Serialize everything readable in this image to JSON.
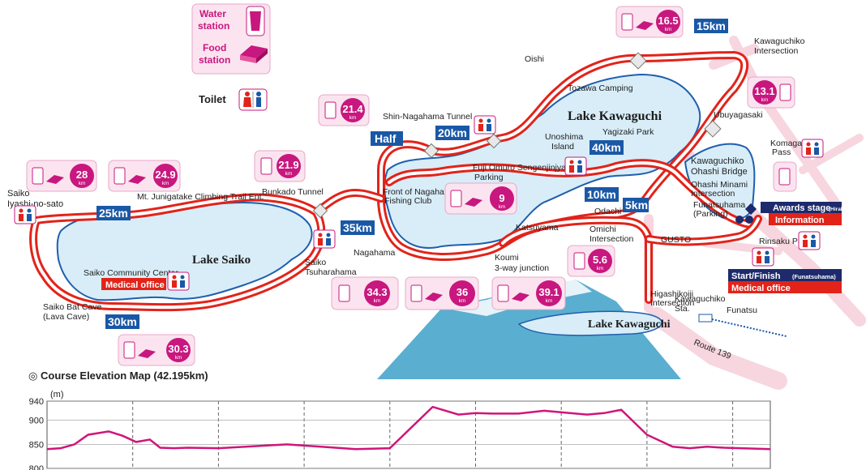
{
  "legend": {
    "water_station": [
      "Water",
      "station"
    ],
    "food_station": [
      "Food",
      "station"
    ],
    "toilet": "Toilet"
  },
  "lakes": {
    "kawaguchi": "Lake Kawaguchi",
    "saiko": "Lake Saiko"
  },
  "places": [
    {
      "id": "oishi",
      "text": "Oishi"
    },
    {
      "id": "tozawa",
      "text": "Tozawa Camping"
    },
    {
      "id": "kawaguchiko-int-1",
      "text": "Kawaguchiko"
    },
    {
      "id": "kawaguchiko-int-2",
      "text": "Intersection"
    },
    {
      "id": "ubuyagasaki",
      "text": "Ubuyagasaki"
    },
    {
      "id": "shin-nagahama",
      "text": "Shin-Nagahama Tunnel"
    },
    {
      "id": "unoshima-1",
      "text": "Unoshima"
    },
    {
      "id": "unoshima-2",
      "text": "Island"
    },
    {
      "id": "yagizaki",
      "text": "Yagizaki Park"
    },
    {
      "id": "fuji-omuro-1",
      "text": "Fuji Omuro Sengenjinjya"
    },
    {
      "id": "fuji-omuro-2",
      "text": "Parking"
    },
    {
      "id": "komagari-1",
      "text": "Komagari"
    },
    {
      "id": "komagari-2",
      "text": "Pass"
    },
    {
      "id": "ohashi-bridge-1",
      "text": "Kawaguchiko"
    },
    {
      "id": "ohashi-bridge-2",
      "text": "Ohashi Bridge"
    },
    {
      "id": "ohashi-minami-1",
      "text": "Ohashi Minami"
    },
    {
      "id": "ohashi-minami-2",
      "text": "Intersection"
    },
    {
      "id": "funatsuhama-1",
      "text": "Funatsuhama"
    },
    {
      "id": "funatsuhama-2",
      "text": "(Parking)"
    },
    {
      "id": "bunkado",
      "text": "Bunkado Tunnel"
    },
    {
      "id": "nagahama-fc-1",
      "text": "Front of Nagahama"
    },
    {
      "id": "nagahama-fc-2",
      "text": "Fishing Club"
    },
    {
      "id": "junigatake",
      "text": "Mt. Junigatake Climbing Trail Ent."
    },
    {
      "id": "iyashi-1",
      "text": "Saiko"
    },
    {
      "id": "iyashi-2",
      "text": "Iyashi-no-sato"
    },
    {
      "id": "katsuyama",
      "text": "Katsuyama"
    },
    {
      "id": "odachi",
      "text": "Odachi"
    },
    {
      "id": "omichi-1",
      "text": "Omichi"
    },
    {
      "id": "omichi-2",
      "text": "Intersection"
    },
    {
      "id": "gusto",
      "text": "GUSTO"
    },
    {
      "id": "rinsaku",
      "text": "Rinsaku Park"
    },
    {
      "id": "nagahama",
      "text": "Nagahama"
    },
    {
      "id": "koumi-1",
      "text": "Koumi"
    },
    {
      "id": "koumi-2",
      "text": "3-way junction"
    },
    {
      "id": "tsuharahama-1",
      "text": "Saiko"
    },
    {
      "id": "tsuharahama-2",
      "text": "Tsuharahama"
    },
    {
      "id": "community",
      "text": "Saiko Community Center"
    },
    {
      "id": "bat-cave-1",
      "text": "Saiko Bat Cave"
    },
    {
      "id": "bat-cave-2",
      "text": "(Lava Cave)"
    },
    {
      "id": "higashikoiji-1",
      "text": "Higashikoiji"
    },
    {
      "id": "higashikoiji-2",
      "text": "Intersection"
    },
    {
      "id": "kawaguchiko-sta-1",
      "text": "Kawaguchiko"
    },
    {
      "id": "kawaguchiko-sta-2",
      "text": "Sta."
    },
    {
      "id": "funatsu",
      "text": "Funatsu"
    },
    {
      "id": "route139",
      "text": "Route 139"
    }
  ],
  "km_markers": [
    "5km",
    "10km",
    "15km",
    "20km",
    "25km",
    "30km",
    "35km",
    "40km",
    "Half"
  ],
  "stations": [
    {
      "id": "s16-5",
      "value": "16.5",
      "unit": "km"
    },
    {
      "id": "s13-1",
      "value": "13.1",
      "unit": "km"
    },
    {
      "id": "s21-4",
      "value": "21.4",
      "unit": "km"
    },
    {
      "id": "s21-9",
      "value": "21.9",
      "unit": "km"
    },
    {
      "id": "s28",
      "value": "28",
      "unit": "km"
    },
    {
      "id": "s24-9",
      "value": "24.9",
      "unit": "km"
    },
    {
      "id": "s9",
      "value": "9",
      "unit": "km"
    },
    {
      "id": "s5-6",
      "value": "5.6",
      "unit": "km"
    },
    {
      "id": "s34-3",
      "value": "34.3",
      "unit": "km"
    },
    {
      "id": "s36",
      "value": "36",
      "unit": "km"
    },
    {
      "id": "s39-1",
      "value": "39.1",
      "unit": "km"
    },
    {
      "id": "s30-3",
      "value": "30.3",
      "unit": "km"
    }
  ],
  "facilities": {
    "medical_saiko": "Medical office",
    "awards_stage": "Awards stage",
    "awards_sub": "(Hirahama)",
    "information": "Information",
    "start_finish": "Start/Finish",
    "start_finish_sub": "(Funatsuhama)",
    "medical_start": "Medical office"
  },
  "colors": {
    "route_red": "#e2231a",
    "lake_fill": "#d8edf8",
    "lake_edge": "#1f5fae",
    "badge_pink": "#c8177e",
    "panel_pink": "#fbe4ef",
    "km_blue": "#1a58a6",
    "fuji_blue": "#5aaed0",
    "road_pink": "#f7d6df"
  },
  "chart_data": {
    "type": "line",
    "title": "Course Elevation Map (42.195km)",
    "ylabel": "(m)",
    "ylim": [
      800,
      940
    ],
    "yticks": [
      800,
      850,
      900,
      940
    ],
    "x_grid_positions_km": [
      0,
      5,
      10,
      15,
      20,
      25,
      30,
      35,
      40,
      42.195
    ],
    "series": [
      {
        "x": [
          0,
          0.8,
          1.6,
          2.4,
          3.6,
          4.4,
          5.2,
          6.0,
          6.6,
          7.4,
          8.2,
          10.0,
          14.0,
          16.0,
          18.0,
          20.0,
          22.5,
          24.0,
          25.0,
          26.0,
          27.5,
          29.0,
          31.5,
          32.5,
          33.5,
          35.0,
          36.5,
          37.5,
          38.5,
          39.5,
          42.195
        ],
        "y": [
          840,
          842,
          850,
          870,
          877,
          868,
          855,
          860,
          843,
          842,
          843,
          842,
          850,
          845,
          840,
          842,
          928,
          912,
          915,
          914,
          914,
          920,
          912,
          915,
          922,
          870,
          845,
          842,
          845,
          843,
          840
        ]
      }
    ]
  }
}
